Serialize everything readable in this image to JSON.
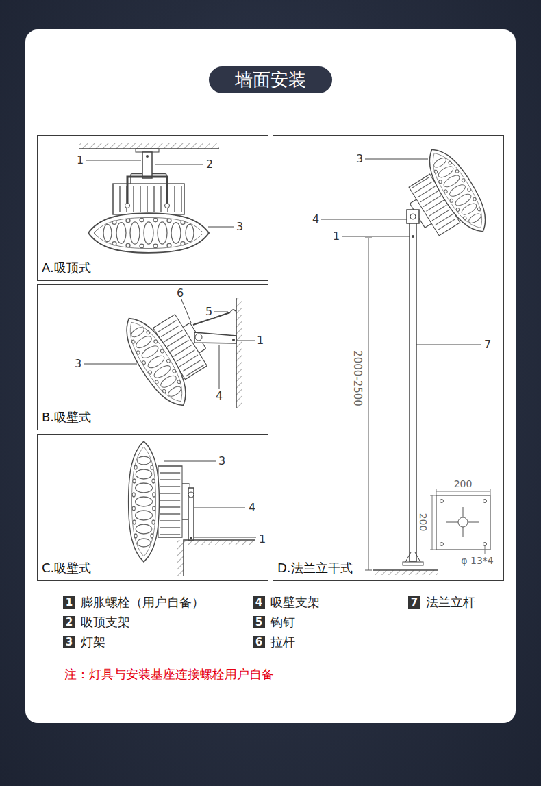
{
  "diagram": {
    "title": "墙面安装",
    "nodes": [
      {
        "text": [
          "A.吸顶式"
        ]
      },
      {
        "text": [
          "B.吸壁式"
        ]
      },
      {
        "text": [
          "C.吸壁式"
        ]
      },
      {
        "text": [
          "D.法兰立干式"
        ]
      },
      {
        "text": [
          "1",
          "膨胀螺栓（用户自备）"
        ]
      },
      {
        "text": [
          "4",
          "吸壁支架"
        ]
      },
      {
        "text": [
          "7",
          "法兰立杆"
        ]
      },
      {
        "text": [
          "2",
          "吸顶支架"
        ]
      },
      {
        "text": [
          "5",
          "钩钉"
        ]
      },
      {
        "text": [
          "3",
          "灯架"
        ]
      },
      {
        "text": [
          "6",
          "拉杆"
        ]
      }
    ],
    "labels": [
      "1",
      "2",
      "3",
      "6",
      "5",
      "1",
      "3",
      "4",
      "3",
      "4",
      "1",
      "3",
      "4",
      "1",
      "7",
      "2000-2500",
      "200",
      "200",
      "φ 13*4",
      "注：灯具与安装基座连接螺栓用户自备"
    ]
  }
}
